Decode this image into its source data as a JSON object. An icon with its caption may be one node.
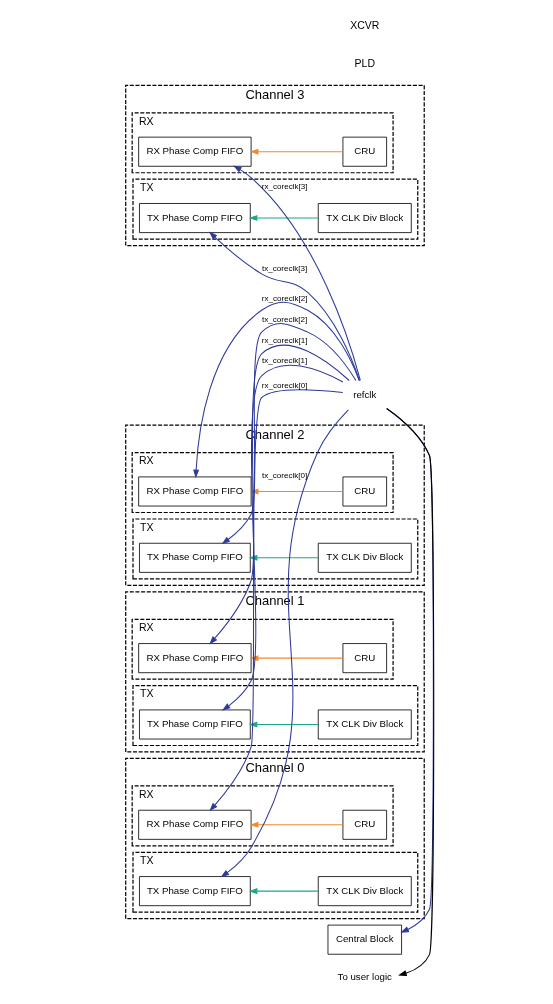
{
  "diagram": {
    "nodes": [
      {
        "text": [
          "Channel 3"
        ]
      },
      {
        "text": [
          "RX"
        ],
        "in": 0
      },
      {
        "text": [
          "RX Phase Comp FIFO"
        ],
        "in": 1
      },
      {
        "text": [
          "CRU"
        ],
        "in": 1
      },
      {
        "text": [
          "TX"
        ],
        "in": 0
      },
      {
        "text": [
          "TX Phase Comp FIFO"
        ],
        "in": 4
      },
      {
        "text": [
          "TX CLK Div Block"
        ],
        "in": 4
      },
      {
        "text": [
          "Channel 2"
        ]
      },
      {
        "text": [
          "RX"
        ],
        "in": 7
      },
      {
        "text": [
          "RX Phase Comp FIFO"
        ],
        "in": 8
      },
      {
        "text": [
          "CRU"
        ],
        "in": 8
      },
      {
        "text": [
          "TX"
        ],
        "in": 7
      },
      {
        "text": [
          "TX Phase Comp FIFO"
        ],
        "in": 11
      },
      {
        "text": [
          "TX CLK Div Block"
        ],
        "in": 11
      },
      {
        "text": [
          "Channel 1"
        ]
      },
      {
        "text": [
          "RX"
        ],
        "in": 14
      },
      {
        "text": [
          "RX Phase Comp FIFO"
        ],
        "in": 15
      },
      {
        "text": [
          "CRU"
        ],
        "in": 15
      },
      {
        "text": [
          "TX"
        ],
        "in": 14
      },
      {
        "text": [
          "TX Phase Comp FIFO"
        ],
        "in": 18
      },
      {
        "text": [
          "TX CLK Div Block"
        ],
        "in": 18
      },
      {
        "text": [
          "Channel 0"
        ]
      },
      {
        "text": [
          "RX"
        ],
        "in": 21
      },
      {
        "text": [
          "RX Phase Comp FIFO"
        ],
        "in": 22
      },
      {
        "text": [
          "CRU"
        ],
        "in": 22
      },
      {
        "text": [
          "TX"
        ],
        "in": 21
      },
      {
        "text": [
          "TX Phase Comp FIFO"
        ],
        "in": 25
      },
      {
        "text": [
          "TX CLK Div Block"
        ],
        "in": 25
      },
      {
        "text": [
          "Central Block"
        ]
      },
      {
        "text": [
          "refclk"
        ]
      },
      {
        "text": [
          "To user logic"
        ]
      }
    ],
    "edges": [
      {
        "from": 3,
        "to": 2,
        "arrow": "to",
        "color": "#f08a2c"
      },
      {
        "from": 6,
        "to": 5,
        "arrow": "to",
        "color": "#1aa88a"
      },
      {
        "from": 29,
        "to": 2,
        "arrow": "to",
        "label": "rx_coreclk[3]"
      },
      {
        "from": 29,
        "to": 5,
        "arrow": "to",
        "label": "tx_coreclk[3]"
      },
      {
        "from": 10,
        "to": 9,
        "arrow": "to",
        "color": "#f08a2c"
      },
      {
        "from": 13,
        "to": 12,
        "arrow": "to",
        "color": "#1aa88a"
      },
      {
        "from": 29,
        "to": 9,
        "arrow": "to",
        "label": "rx_coreclk[2]"
      },
      {
        "from": 29,
        "to": 12,
        "arrow": "to",
        "label": "tx_coreclk[2]"
      },
      {
        "from": 17,
        "to": 16,
        "arrow": "to",
        "color": "#f08a2c"
      },
      {
        "from": 20,
        "to": 19,
        "arrow": "to",
        "color": "#1aa88a"
      },
      {
        "from": 29,
        "to": 16,
        "arrow": "to",
        "label": "rx_coreclk[1]"
      },
      {
        "from": 29,
        "to": 19,
        "arrow": "to",
        "label": "tx_coreclk[1]"
      },
      {
        "from": 24,
        "to": 23,
        "arrow": "to",
        "color": "#f08a2c"
      },
      {
        "from": 27,
        "to": 26,
        "arrow": "to",
        "color": "#1aa88a"
      },
      {
        "from": 29,
        "to": 23,
        "arrow": "to",
        "label": "rx_coreclk[0]"
      },
      {
        "from": 29,
        "to": 26,
        "arrow": "to",
        "label": "tx_coreclk[0]"
      },
      {
        "from": 29,
        "to": 28,
        "arrow": "to"
      },
      {
        "from": 29,
        "to": 30,
        "arrow": "to",
        "color": "#000000"
      }
    ],
    "labels": [
      "PLD",
      "XCVR"
    ]
  }
}
